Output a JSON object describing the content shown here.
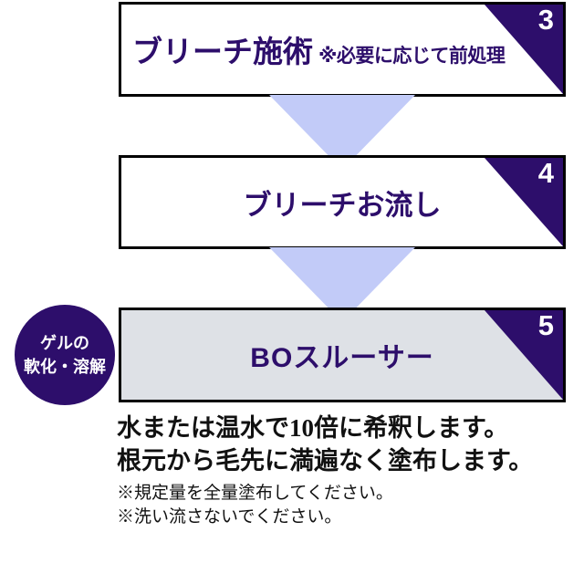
{
  "steps": [
    {
      "number": "3",
      "title": "ブリーチ施術",
      "subtitle": "※必要に応じて前処理",
      "filled": false,
      "badge": null
    },
    {
      "number": "4",
      "title": "ブリーチお流し",
      "subtitle": "",
      "filled": false,
      "badge": null
    },
    {
      "number": "5",
      "title": "BOスルーサー",
      "subtitle": "",
      "filled": true,
      "badge": {
        "line1": "ゲルの",
        "line2": "軟化・溶解"
      }
    }
  ],
  "description": {
    "main": [
      "水または温水で10倍に希釈します。",
      "根元から毛先に満遍なく塗布します。"
    ],
    "notes": [
      "※規定量を全量塗布してください。",
      "※洗い流さないでください。"
    ]
  },
  "colors": {
    "purple": "#2d0e6b",
    "arrow": "#c2cbf8",
    "box_fill": "#dee1e6",
    "border": "#000000",
    "text": "#111111"
  }
}
